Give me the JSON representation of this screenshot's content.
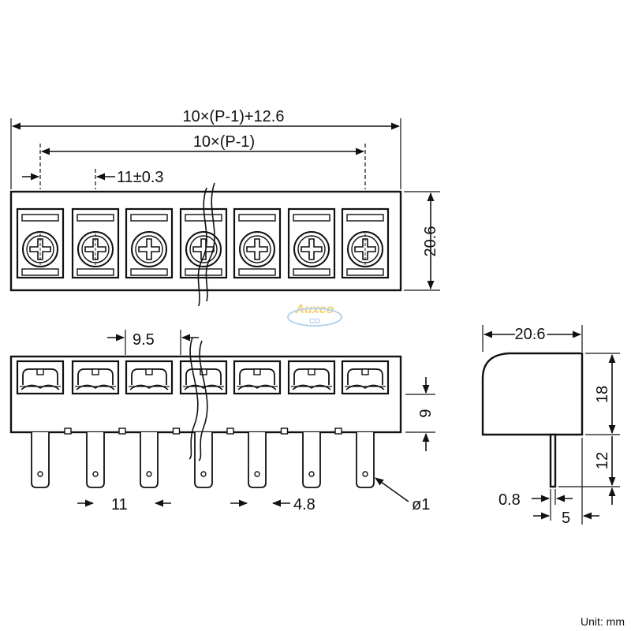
{
  "dimensions": {
    "overall_length": "10×(P-1)+12.6",
    "pitch_span": "10×(P-1)",
    "pitch": "11±0.3",
    "top_height": "20.6",
    "barrier_gap": "9.5",
    "pin_spacing": "11",
    "pin_width": "4.8",
    "front_height": "9",
    "hole_diameter": "ø1",
    "side_width": "20.6",
    "side_height": "18",
    "pin_length": "12",
    "pin_thickness": "0.8",
    "pin_offset": "5"
  },
  "watermark": "Auxco",
  "unit_label": "Unit: mm",
  "colors": {
    "line": "#111111",
    "background": "#ffffff",
    "watermark": "#f0c040"
  }
}
